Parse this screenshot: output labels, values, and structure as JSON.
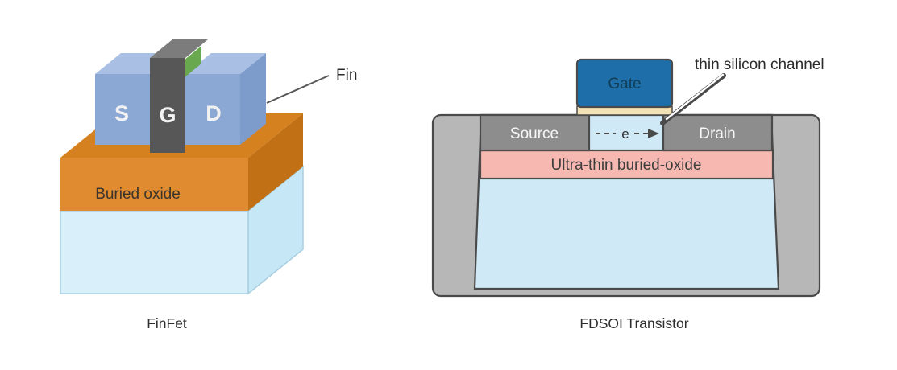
{
  "page": {
    "background": "#ffffff"
  },
  "finfet": {
    "caption": "FinFet",
    "source_label": "S",
    "gate_label": "G",
    "drain_label": "D",
    "buried_oxide_label": "Buried oxide",
    "fin_label": "Fin",
    "colors": {
      "substrate_front": "#d9f0fb",
      "substrate_side": "#c6e7f5",
      "oxide_front": "#e08b30",
      "oxide_top": "#d68120",
      "oxide_side": "#c27015",
      "block_front": "#8ba7d4",
      "block_top": "#a9c0e4",
      "block_side": "#7d9bcb",
      "gate_front": "#575757",
      "gate_top": "#7c7c7c",
      "fin_green": "#69a84f"
    }
  },
  "fdsoi": {
    "caption": "FDSOI Transistor",
    "gate_label": "Gate",
    "source_label": "Source",
    "drain_label": "Drain",
    "electron_label": "e",
    "oxide_label": "Ultra-thin buried-oxide",
    "annotation_label": "thin silicon channel",
    "colors": {
      "tray": "#b7b7b7",
      "body_blue": "#cfe9f6",
      "oxide_pink": "#f6b8b1",
      "contact_gray": "#8d8d8d",
      "gate_blue": "#1e6fa9",
      "gate_oxide": "#f3e2b6",
      "outline": "#4a4a4a"
    }
  }
}
